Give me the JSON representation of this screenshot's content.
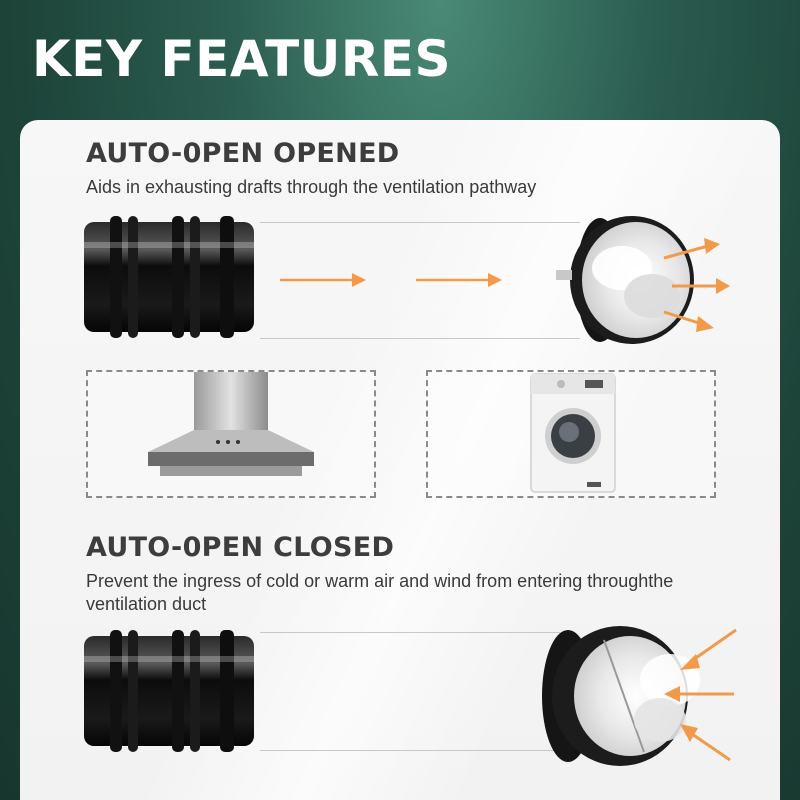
{
  "header": {
    "title": "KEY FEATURES"
  },
  "section_opened": {
    "title": "AUTO-0PEN OPENED",
    "description": "Aids in exhausting drafts through the ventilation pathway"
  },
  "section_closed": {
    "title": "AUTO-0PEN CLOSED",
    "description": "Prevent the ingress of cold or warm air and wind from entering throughthe ventilation duct"
  },
  "colors": {
    "background": "#1d4238",
    "panel": "#f5f5f5",
    "arrow": "#f29a4a",
    "title_text": "#3d3d3d"
  }
}
